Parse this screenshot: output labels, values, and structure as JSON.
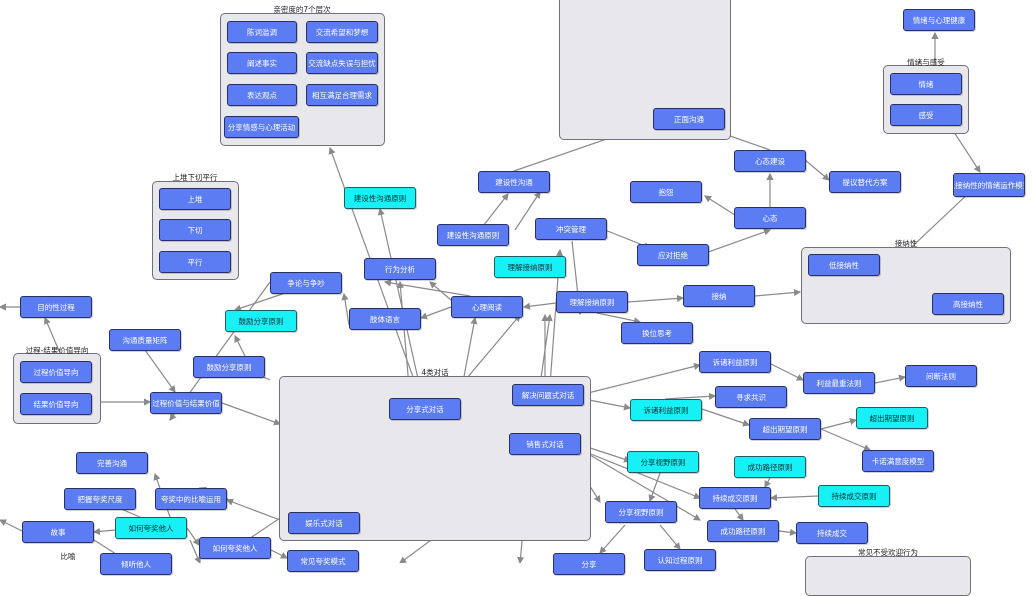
{
  "groups": {
    "kjrd": {
      "label": "亲密度的7个层次"
    },
    "top_center": {
      "label": ""
    },
    "qxgs": {
      "label": "情绪与感受"
    },
    "sxqp": {
      "label": "上堆下切平行"
    },
    "jnx": {
      "label": "接纳性"
    },
    "gcjg": {
      "label": "过程-结果价值导向"
    },
    "four": {
      "label": "4类对话"
    },
    "cjbs": {
      "label": "常见不受欢迎行为"
    },
    "bl": {
      "label": "比喻"
    }
  },
  "nodes": {
    "chwhc": "陈词滥调",
    "ctnd": "交流希望和梦想",
    "cssh": "阐述事实",
    "jlqy": "交流缺点失误与担忧",
    "bdgd": "表达观点",
    "xhmz": "相互满足合理需求",
    "fxqg": "分享情感与心理活动",
    "qxxl": "情绪与心理健康",
    "qx": "情绪",
    "gs": "感受",
    "qxyz": "抵接纳性的情绪运作模型",
    "zmgt": "正面沟通",
    "xtjs": "心态建设",
    "tdfa": "提议替代方案",
    "jxxgt": "建设性沟通",
    "zj": "抱怨",
    "xt": "心态",
    "jxyz": "建设性沟通原则",
    "jxgy": "建设性沟通原则",
    "ctgl": "冲突管理",
    "ydjj": "应对拒绝",
    "sd": "上堆",
    "xq": "下切",
    "px": "平行",
    "xwfx": "行为分析",
    "ljjn": "理解接纳原则",
    "djnx": "低接纳性",
    "gjnx": "高接纳性",
    "zlyzc": "争论与争吵",
    "xlyd": "心理阅读",
    "ljjnyz": "理解接纳原则",
    "jn": "接纳",
    "mdxgc": "目的性过程",
    "glyy": "肢体语言",
    "hwsk": "换位思考",
    "glfx": "鼓励分享原则",
    "gtzlj": "沟通质量矩阵",
    "glfxyz": "鼓励分享原则",
    "sqlyz": "诉诸利益原则",
    "lyzz": "间断法则",
    "gcjzdx": "过程价值导向",
    "lyzzfz": "利益最重法则",
    "jgjzdx": "结果价值导向",
    "gcjgjz": "过程价值与结果价值",
    "fxsdh": "分享式对话",
    "jjwtsdh": "解决问题式对话",
    "xqgs": "寻求共识",
    "sqlyz2": "诉诸利益原则",
    "cqyq": "超出期望原则",
    "cqyqy": "超出期望原则",
    "xssdh": "销售式对话",
    "kjmydmx": "卡诺满意度模型",
    "wsgt": "完善沟通",
    "fxsyy": "分享视野原则",
    "cgljyz": "成功路径原则",
    "bwzkcd": "把握夸奖尺度",
    "kjzdbyyy": "夸奖中的比喻运用",
    "cxcjyz": "持续成交原则",
    "cxcjyzc": "持续成交原则",
    "fxsyyz": "分享视野原则",
    "gs2": "故事",
    "rhkjtr": "如何夸奖他人",
    "ylsdh": "娱乐式对话",
    "cgljyz2": "成功路径原则",
    "cxcj": "持续成交",
    "rhkjtr2": "如何夸奖他人",
    "jstr": "倾听他人",
    "cjzjms": "常见夸奖模式",
    "sjgcyz": "认知过程原则",
    "bottom_c": "分享"
  }
}
